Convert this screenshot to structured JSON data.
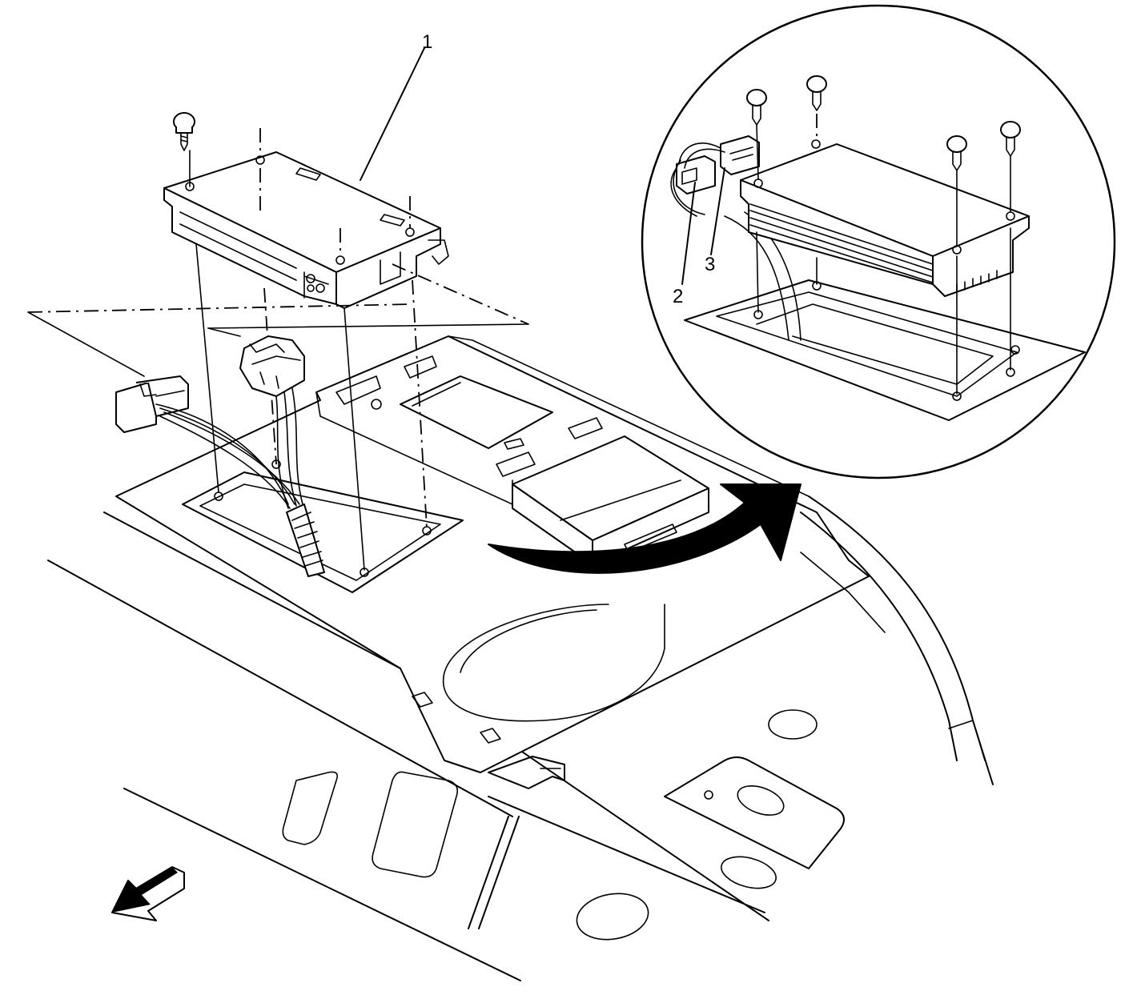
{
  "callouts": [
    {
      "id": "1",
      "label": "1"
    },
    {
      "id": "2",
      "label": "2"
    },
    {
      "id": "3",
      "label": "3"
    }
  ],
  "icons": {
    "front_direction": "front-direction-arrow-icon",
    "detail_view": "detail-view-arrow-icon"
  },
  "colors": {
    "line": "#000000",
    "background": "#ffffff"
  }
}
